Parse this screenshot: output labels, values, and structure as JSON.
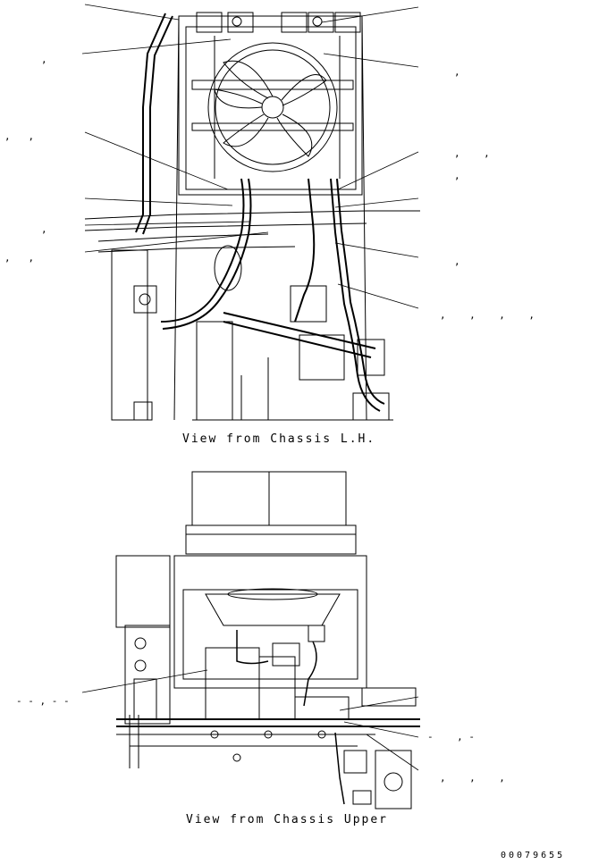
{
  "captions": {
    "top_view": "View from Chassis L.H.",
    "bottom_view": "View from Chassis Upper"
  },
  "document_number": "00079655",
  "callout_marks": {
    "top_left_1": ",",
    "top_left_2": ",   ,",
    "top_left_3": ",",
    "top_left_4": ",   ,",
    "top_right_1": ",",
    "top_right_2": ",    ,",
    "top_right_3": ",",
    "top_right_4": ",",
    "top_right_5": ",    ,    ,    ,",
    "bottom_left_1": "- - , - -",
    "bottom_right_1": "-    , -",
    "bottom_right_2": ",    ,    ,"
  }
}
